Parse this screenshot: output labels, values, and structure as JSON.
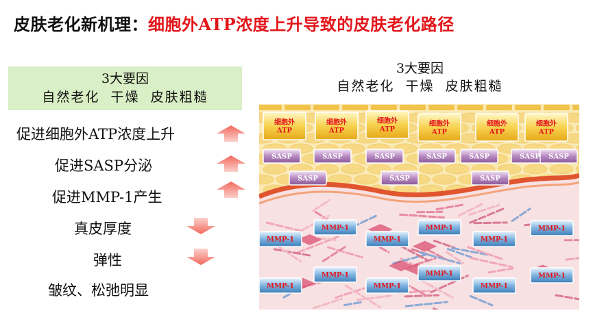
{
  "title": {
    "prefix": "皮肤老化新机理：",
    "main": "细胞外ATP浓度上升导致的皮肤老化路径"
  },
  "factors": {
    "heading": "3大要因",
    "items_line": "自然老化  干燥  皮肤粗糙"
  },
  "effects": [
    {
      "text": "促进细胞外ATP浓度上升",
      "direction": "up"
    },
    {
      "text": "促进SASP分泌",
      "direction": "up"
    },
    {
      "text": "促进MMP-1产生",
      "direction": "up"
    },
    {
      "text": "真皮厚度",
      "direction": "down"
    },
    {
      "text": "弹性",
      "direction": "down"
    },
    {
      "text": "皱纹、松弛明显",
      "direction": "none"
    }
  ],
  "diagram": {
    "heading": "3大要因",
    "items_line": "自然老化  干燥  皮肤粗糙",
    "atp_lines": [
      "细胞外",
      "ATP"
    ],
    "sasp_label": "SASP",
    "mmp_label": "MMP-1"
  },
  "colors": {
    "title_red": "#e3161b",
    "up_arrow": "#e8322e",
    "down_arrow": "#e8322e",
    "factor_bg": "#d9efc5",
    "atp_box": "#f4c73b",
    "sasp_box": "#b88ac2",
    "mmp_box": "#7eb3e0",
    "dermis": "#f7dfe0",
    "membrane": "#e0552f"
  }
}
